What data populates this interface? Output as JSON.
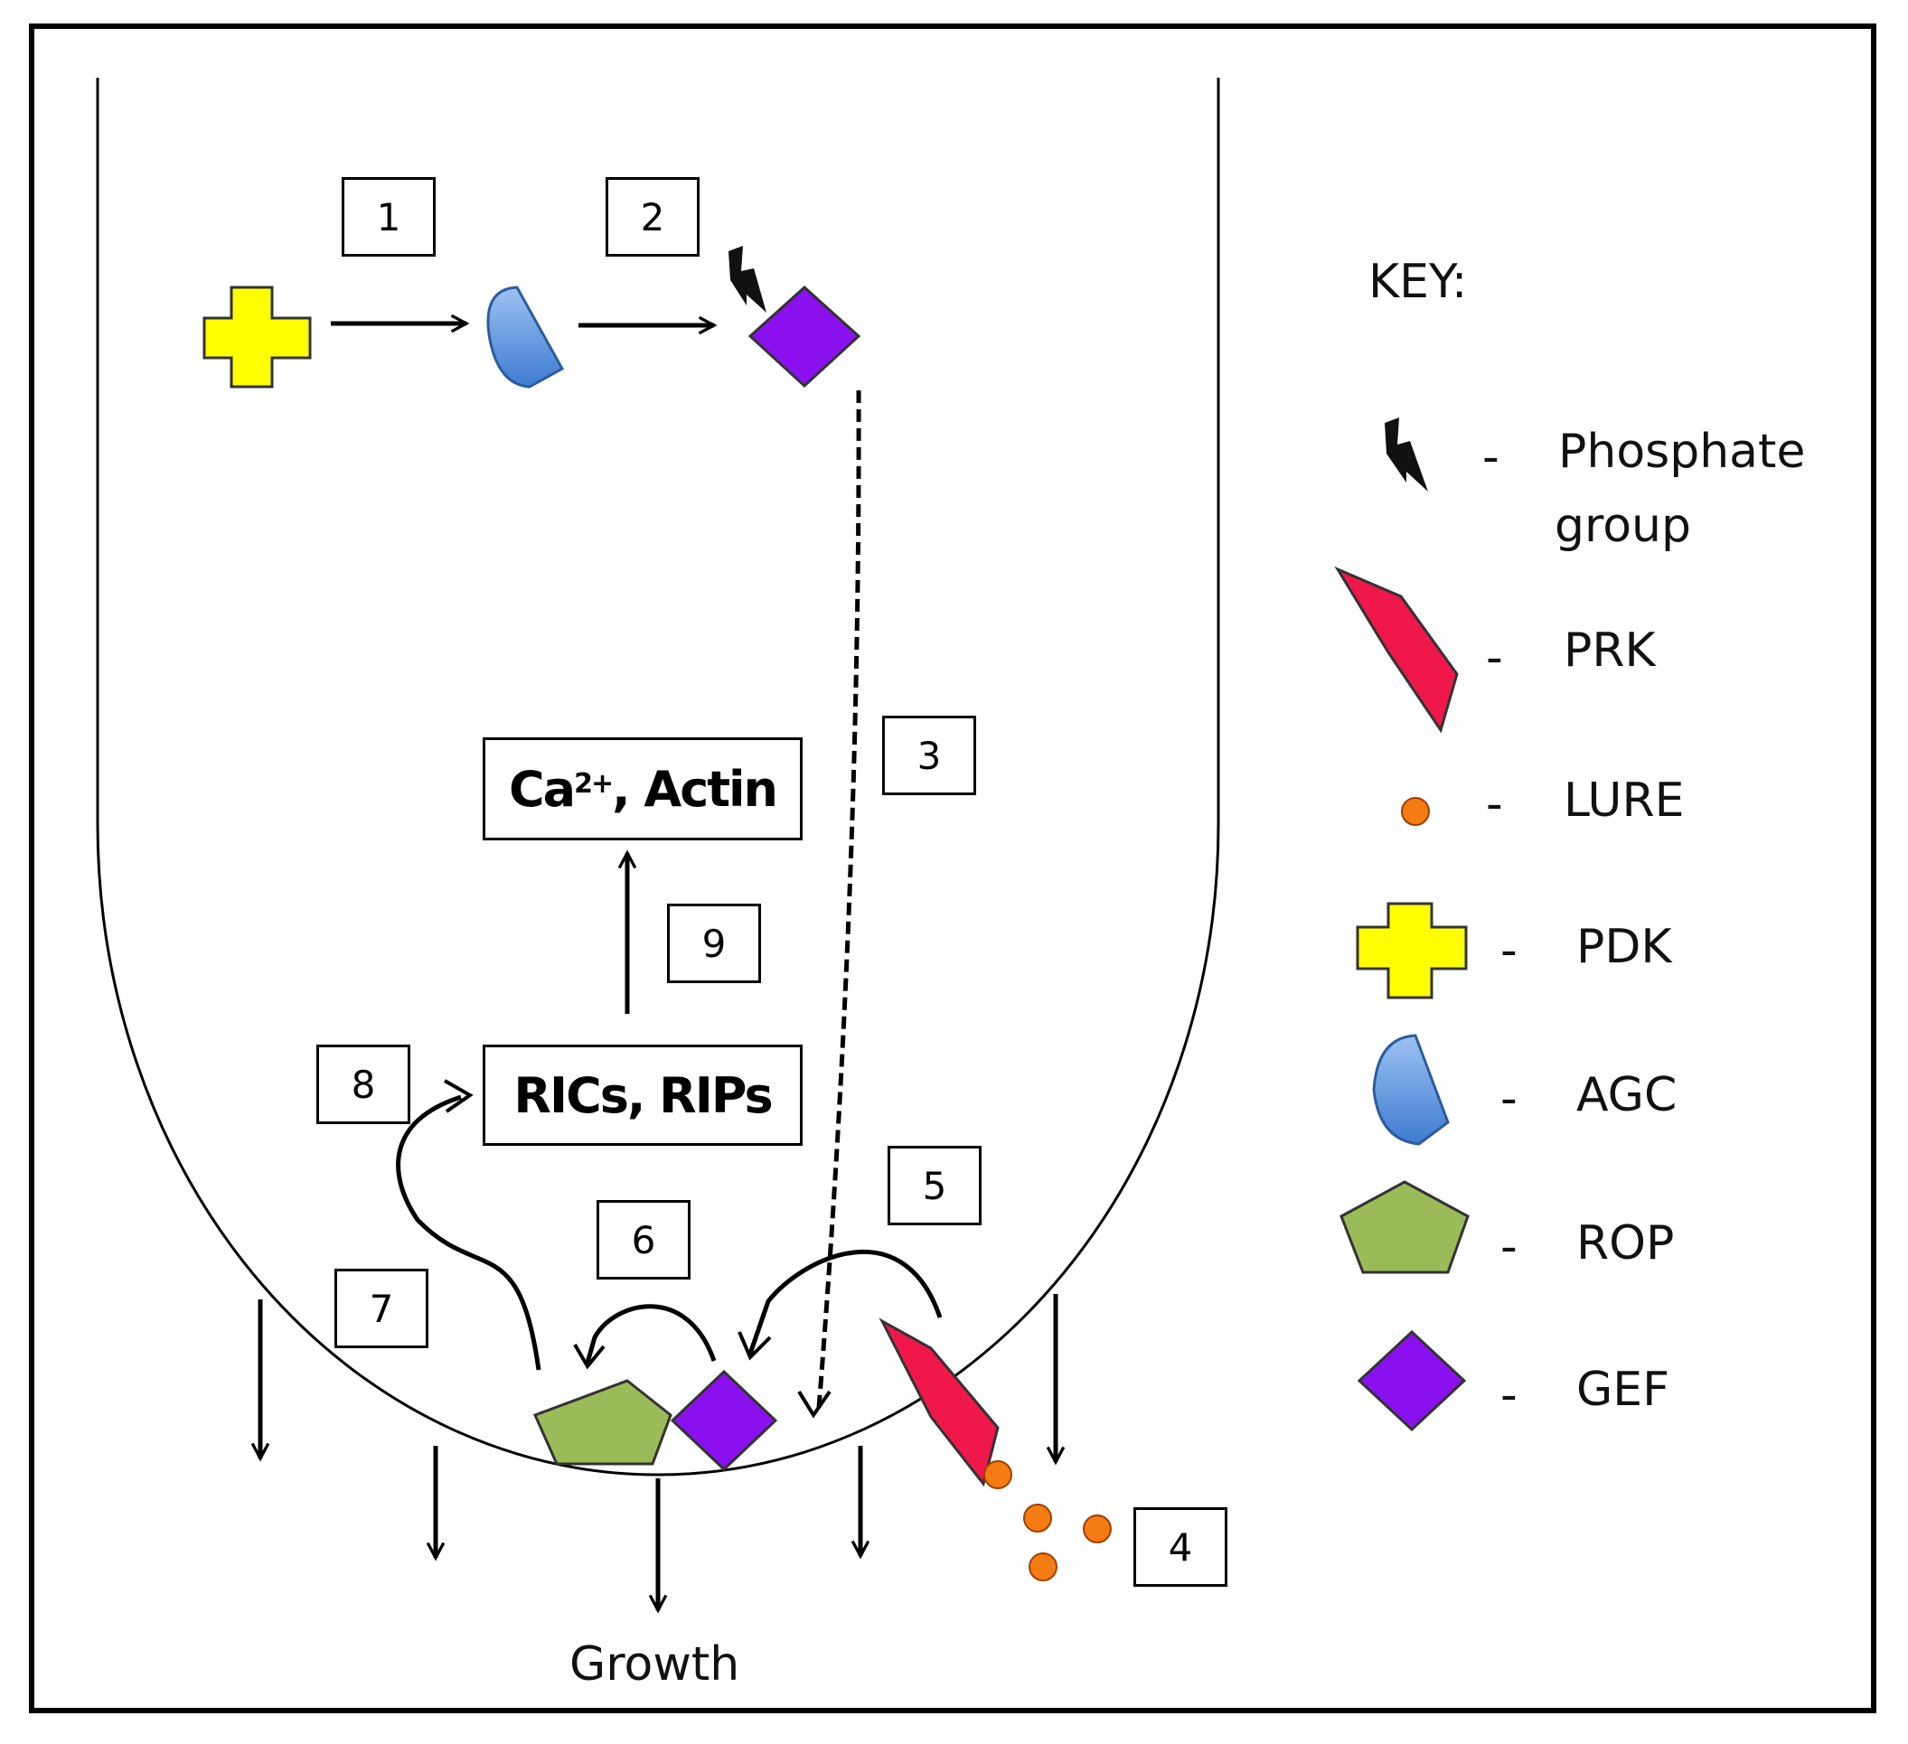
{
  "diagram": {
    "steps": [
      "1",
      "2",
      "3",
      "4",
      "5",
      "6",
      "7",
      "8",
      "9"
    ],
    "box_ca_pre": "Ca",
    "box_ca_sup": "2+",
    "box_ca_post": ", Actin",
    "box_rics": "RICs, RIPs",
    "growth_label": "Growth"
  },
  "key": {
    "title": "KEY:",
    "items": [
      {
        "symbol": "phosphate-icon",
        "label_line1": "Phosphate",
        "label_line2": "group"
      },
      {
        "symbol": "prk-icon",
        "label": "PRK",
        "color": "#F0174A"
      },
      {
        "symbol": "lure-icon",
        "label": "LURE",
        "color": "#F57C12"
      },
      {
        "symbol": "pdk-icon",
        "label": "PDK",
        "color": "#FFFF00"
      },
      {
        "symbol": "agc-icon",
        "label": "AGC",
        "color": "#5B97E0"
      },
      {
        "symbol": "rop-icon",
        "label": "ROP",
        "color": "#9BBB59"
      },
      {
        "symbol": "gef-icon",
        "label": "GEF",
        "color": "#8B10F0"
      }
    ],
    "dash": "-"
  }
}
